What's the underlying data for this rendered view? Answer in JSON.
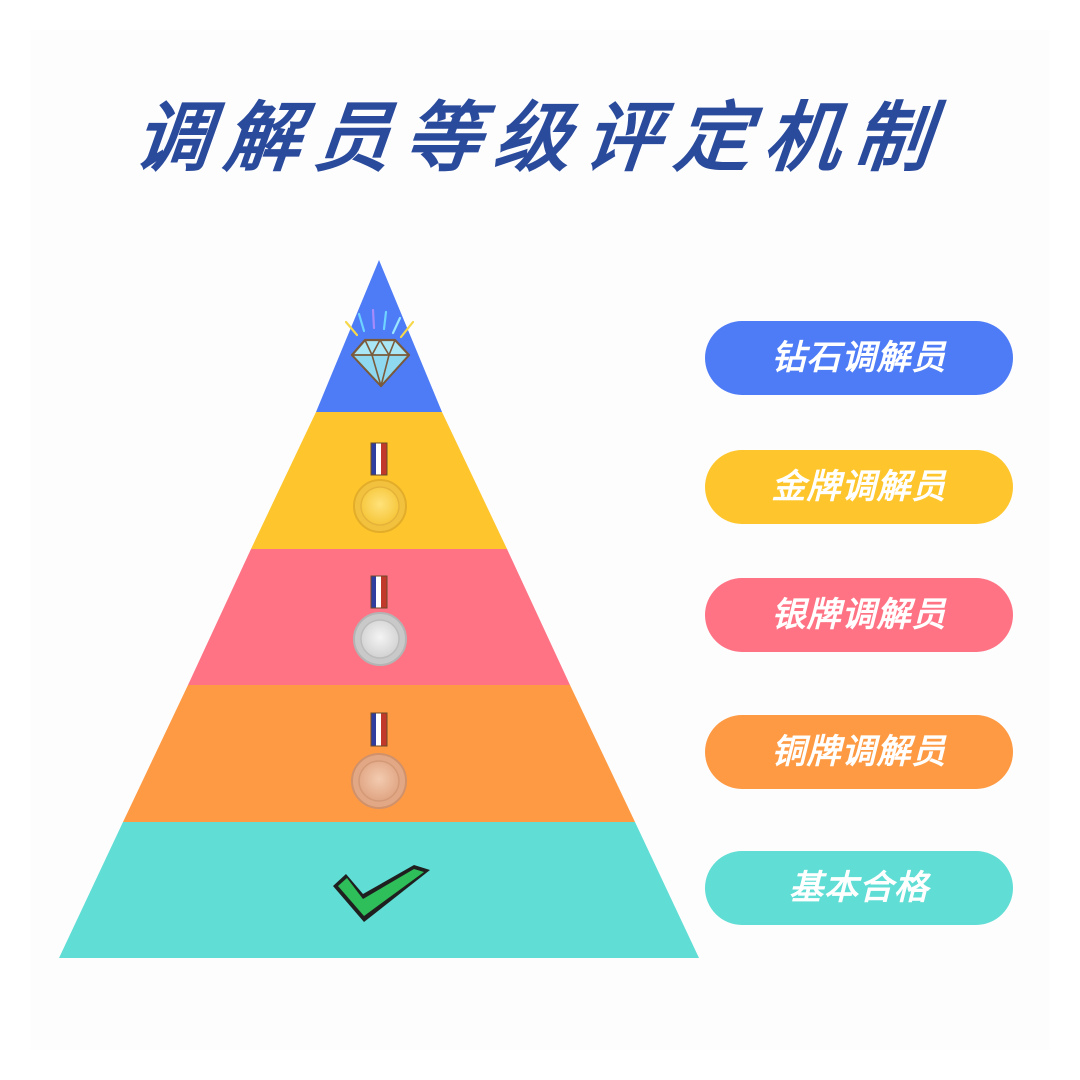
{
  "title": "调解员等级评定机制",
  "colors": {
    "title": "#2a4a9c",
    "diamond": "#4e7cf6",
    "gold": "#fec62c",
    "silver": "#ff7384",
    "bronze": "#fe9a43",
    "basic": "#60ddd4"
  },
  "levels": [
    {
      "label": "钻石调解员",
      "icon": "diamond-icon"
    },
    {
      "label": "金牌调解员",
      "icon": "gold-medal-icon"
    },
    {
      "label": "银牌调解员",
      "icon": "silver-medal-icon"
    },
    {
      "label": "铜牌调解员",
      "icon": "bronze-medal-icon"
    },
    {
      "label": "基本合格",
      "icon": "checkmark-icon"
    }
  ]
}
